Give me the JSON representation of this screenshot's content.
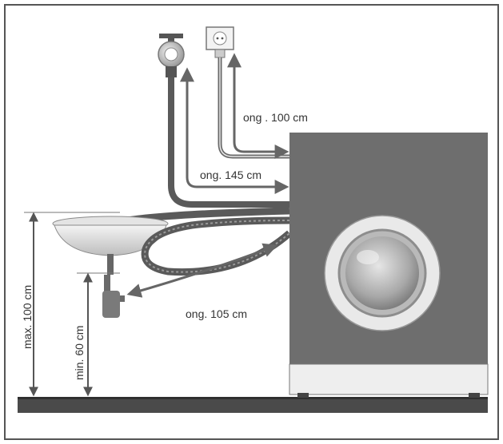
{
  "labels": {
    "outlet_length": "ong . 100 cm",
    "inlet_length": "ong. 145 cm",
    "drain_length": "ong. 105 cm",
    "max_height": "max. 100 cm",
    "min_height": "min. 60 cm"
  },
  "colors": {
    "frame": "#555555",
    "washer_body": "#6e6e6e",
    "washer_panel": "#eeeeee",
    "hose_dark": "#5a5a5a",
    "hose_light": "#9a9a9a",
    "floor": "#4a4a4a",
    "arrow": "#666666"
  }
}
